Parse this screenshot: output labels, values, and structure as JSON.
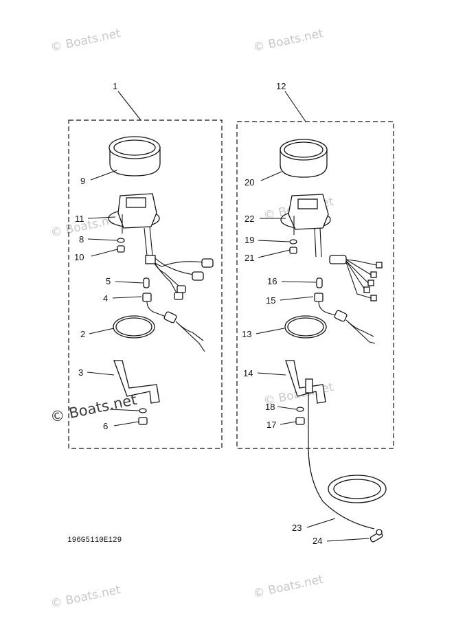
{
  "watermarks": {
    "tl": "© Boats.net",
    "tr": "© Boats.net",
    "ml": "© Boats.net",
    "mr": "© Boats.net",
    "big": "© Boats.net",
    "mr2": "© Boats.net",
    "bl": "© Boats.net",
    "br": "© Boats.net"
  },
  "callouts": {
    "c1": "1",
    "c2": "2",
    "c3": "3",
    "c4": "4",
    "c5": "5",
    "c6": "6",
    "c8": "8",
    "c9": "9",
    "c10": "10",
    "c11": "11",
    "c12": "12",
    "c13": "13",
    "c14": "14",
    "c15": "15",
    "c16": "16",
    "c17": "17",
    "c18": "18",
    "c19": "19",
    "c20": "20",
    "c21": "21",
    "c22": "22",
    "c23": "23",
    "c24": "24"
  },
  "diagram_code": "196G5110E129"
}
